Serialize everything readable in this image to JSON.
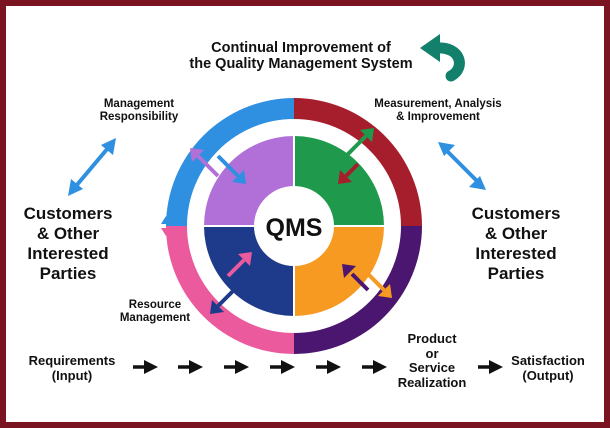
{
  "title": "Continual Improvement of\nthe Quality Management System",
  "labels": {
    "management": "Management\nResponsibility",
    "measurement": "Measurement, Analysis\n& Improvement",
    "resource": "Resource\nManagement",
    "customers_left": "Customers\n& Other\nInterested\nParties",
    "customers_right": "Customers\n& Other\nInterested\nParties",
    "center": "QMS"
  },
  "flow": {
    "requirements": "Requirements\n(Input)",
    "product": "Product\nor\nService\nRealization",
    "satisfaction": "Satisfaction\n(Output)"
  },
  "colors": {
    "frame": "#7a1420",
    "ring_blue": "#2f8fe0",
    "ring_red": "#a61d2c",
    "ring_purple": "#4a1670",
    "ring_pink": "#ea5a9c",
    "quad_purple": "#b170d8",
    "quad_green": "#1f9a4c",
    "quad_orange": "#f79a22",
    "quad_navy": "#1e3a8a",
    "curved_arrow": "#12806a",
    "double_arrow": "#2f8fe0"
  }
}
